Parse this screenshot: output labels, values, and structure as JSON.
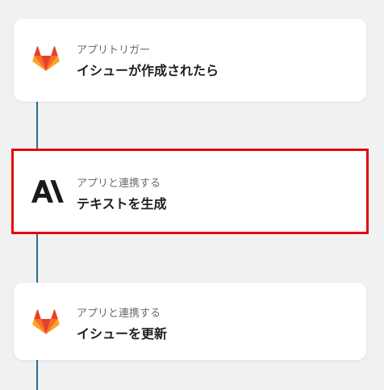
{
  "flow": {
    "steps": [
      {
        "subtitle": "アプリトリガー",
        "title": "イシューが作成されたら",
        "icon": "gitlab-icon"
      },
      {
        "subtitle": "アプリと連携する",
        "title": "テキストを生成",
        "icon": "anthropic-icon",
        "selected": true
      },
      {
        "subtitle": "アプリと連携する",
        "title": "イシューを更新",
        "icon": "gitlab-icon"
      }
    ]
  },
  "colors": {
    "background": "#f1f1f1",
    "connector": "#2d6a8e",
    "selection_border": "#e10a0a",
    "gitlab_orange": "#e2432a",
    "anthropic_black": "#1a1a1a"
  }
}
